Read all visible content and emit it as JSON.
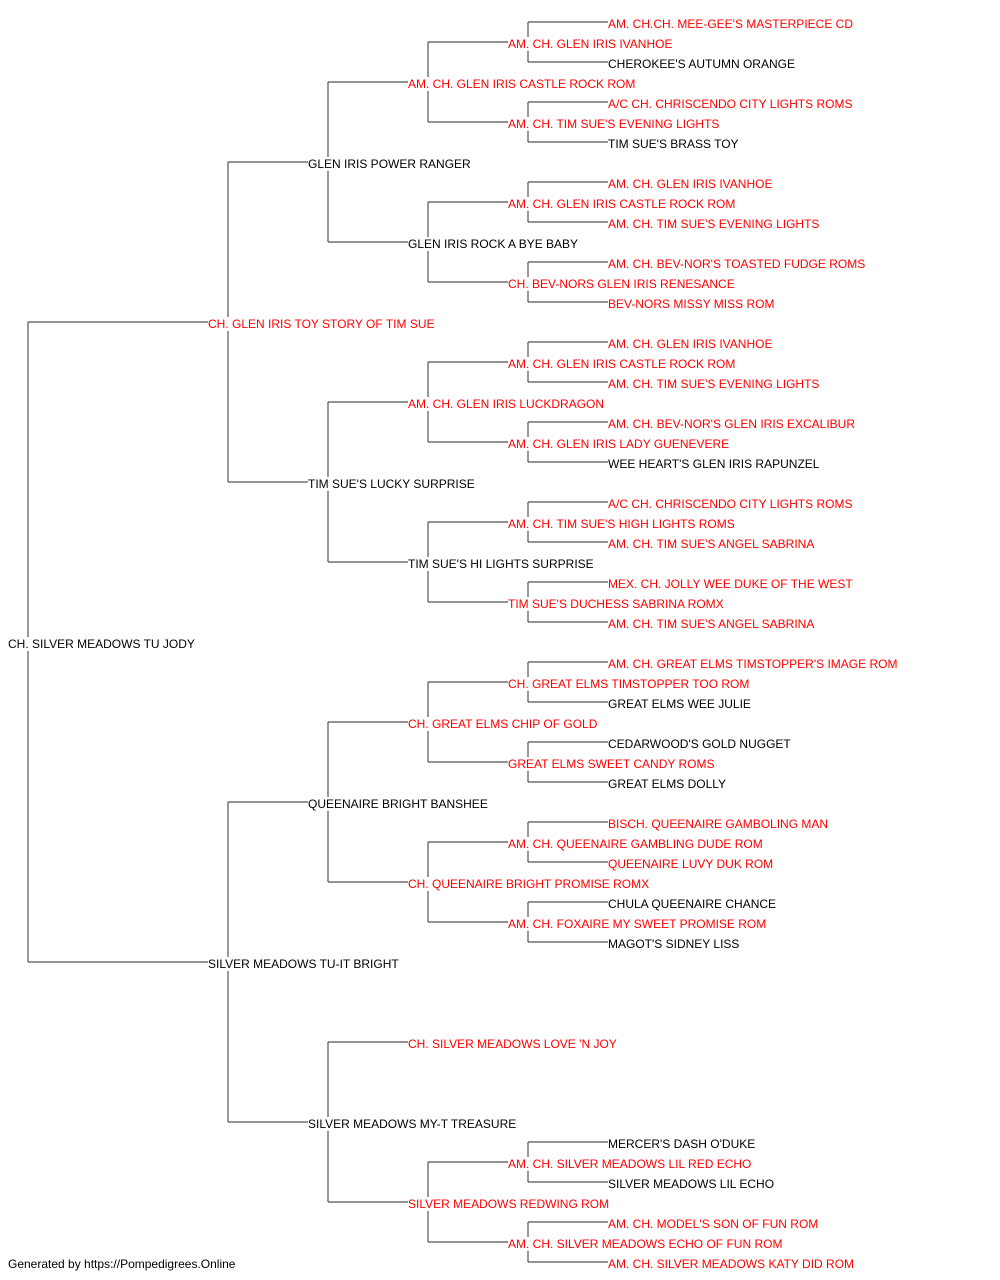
{
  "colors": {
    "titled": "#ff0000",
    "untitled": "#000000",
    "connector": "#555555"
  },
  "footer": "Generated by https://Pompedigrees.Online",
  "pedigree": {
    "name": "CH. SILVER MEADOWS TU JODY",
    "titled": false,
    "sire": {
      "name": "CH. GLEN IRIS TOY STORY OF TIM SUE",
      "titled": true,
      "sire": {
        "name": "GLEN IRIS POWER RANGER",
        "titled": false,
        "sire": {
          "name": "AM. CH. GLEN IRIS CASTLE ROCK ROM",
          "titled": true,
          "sire": {
            "name": "AM. CH. GLEN IRIS IVANHOE",
            "titled": true,
            "sire": {
              "name": "AM. CH.CH. MEE-GEE'S MASTERPIECE CD",
              "titled": true
            },
            "dam": {
              "name": "CHEROKEE'S AUTUMN ORANGE",
              "titled": false
            }
          },
          "dam": {
            "name": "AM. CH. TIM SUE'S EVENING LIGHTS",
            "titled": true,
            "sire": {
              "name": "A/C CH. CHRISCENDO CITY LIGHTS ROMS",
              "titled": true
            },
            "dam": {
              "name": "TIM SUE'S BRASS TOY",
              "titled": false
            }
          }
        },
        "dam": {
          "name": "GLEN IRIS ROCK A BYE BABY",
          "titled": false,
          "sire": {
            "name": "AM. CH. GLEN IRIS CASTLE ROCK ROM",
            "titled": true,
            "sire": {
              "name": "AM. CH. GLEN IRIS IVANHOE",
              "titled": true
            },
            "dam": {
              "name": "AM. CH. TIM SUE'S EVENING LIGHTS",
              "titled": true
            }
          },
          "dam": {
            "name": "CH. BEV-NORS GLEN IRIS RENESANCE",
            "titled": true,
            "sire": {
              "name": "AM. CH. BEV-NOR'S TOASTED FUDGE ROMS",
              "titled": true
            },
            "dam": {
              "name": "BEV-NORS MISSY MISS ROM",
              "titled": true
            }
          }
        }
      },
      "dam": {
        "name": "TIM SUE'S LUCKY SURPRISE",
        "titled": false,
        "sire": {
          "name": "AM. CH. GLEN IRIS LUCKDRAGON",
          "titled": true,
          "sire": {
            "name": "AM. CH. GLEN IRIS CASTLE ROCK ROM",
            "titled": true,
            "sire": {
              "name": "AM. CH. GLEN IRIS IVANHOE",
              "titled": true
            },
            "dam": {
              "name": "AM. CH. TIM SUE'S EVENING LIGHTS",
              "titled": true
            }
          },
          "dam": {
            "name": "AM. CH. GLEN IRIS LADY GUENEVERE",
            "titled": true,
            "sire": {
              "name": "AM. CH. BEV-NOR'S GLEN IRIS EXCALIBUR",
              "titled": true
            },
            "dam": {
              "name": "WEE HEART'S GLEN IRIS RAPUNZEL",
              "titled": false
            }
          }
        },
        "dam": {
          "name": "TIM SUE'S HI LIGHTS SURPRISE",
          "titled": false,
          "sire": {
            "name": "AM. CH. TIM SUE'S HIGH LIGHTS ROMS",
            "titled": true,
            "sire": {
              "name": "A/C CH. CHRISCENDO CITY LIGHTS ROMS",
              "titled": true
            },
            "dam": {
              "name": "AM. CH. TIM SUE'S ANGEL SABRINA",
              "titled": true
            }
          },
          "dam": {
            "name": "TIM SUE'S DUCHESS SABRINA ROMX",
            "titled": true,
            "sire": {
              "name": "MEX. CH. JOLLY WEE DUKE OF THE WEST",
              "titled": true
            },
            "dam": {
              "name": "AM. CH. TIM SUE'S ANGEL SABRINA",
              "titled": true
            }
          }
        }
      }
    },
    "dam": {
      "name": "SILVER MEADOWS TU-IT BRIGHT",
      "titled": false,
      "sire": {
        "name": "QUEENAIRE BRIGHT BANSHEE",
        "titled": false,
        "sire": {
          "name": "CH. GREAT ELMS CHIP OF GOLD",
          "titled": true,
          "sire": {
            "name": "CH. GREAT ELMS TIMSTOPPER TOO ROM",
            "titled": true,
            "sire": {
              "name": "AM. CH. GREAT ELMS TIMSTOPPER'S IMAGE ROM",
              "titled": true
            },
            "dam": {
              "name": "GREAT ELMS WEE JULIE",
              "titled": false
            }
          },
          "dam": {
            "name": "GREAT ELMS SWEET CANDY ROMS",
            "titled": true,
            "sire": {
              "name": "CEDARWOOD'S GOLD NUGGET",
              "titled": false
            },
            "dam": {
              "name": "GREAT ELMS DOLLY",
              "titled": false
            }
          }
        },
        "dam": {
          "name": "CH. QUEENAIRE BRIGHT PROMISE ROMX",
          "titled": true,
          "sire": {
            "name": "AM. CH. QUEENAIRE GAMBLING DUDE ROM",
            "titled": true,
            "sire": {
              "name": "BISCH. QUEENAIRE GAMBOLING MAN",
              "titled": true
            },
            "dam": {
              "name": "QUEENAIRE LUVY DUK ROM",
              "titled": true
            }
          },
          "dam": {
            "name": "AM. CH. FOXAIRE MY SWEET PROMISE ROM",
            "titled": true,
            "sire": {
              "name": "CHULA QUEENAIRE CHANCE",
              "titled": false
            },
            "dam": {
              "name": "MAGOT'S SIDNEY LISS",
              "titled": false
            }
          }
        }
      },
      "dam": {
        "name": "SILVER MEADOWS MY-T TREASURE",
        "titled": false,
        "sire": {
          "name": "CH. SILVER MEADOWS LOVE 'N JOY",
          "titled": true
        },
        "dam": {
          "name": "SILVER MEADOWS REDWING ROM",
          "titled": true,
          "sire": {
            "name": "AM. CH. SILVER MEADOWS LIL RED ECHO",
            "titled": true,
            "sire": {
              "name": "MERCER'S DASH O'DUKE",
              "titled": false
            },
            "dam": {
              "name": "SILVER MEADOWS LIL ECHO",
              "titled": false
            }
          },
          "dam": {
            "name": "AM. CH. SILVER MEADOWS ECHO OF FUN ROM",
            "titled": true,
            "sire": {
              "name": "AM. CH. MODEL'S SON OF FUN ROM",
              "titled": true
            },
            "dam": {
              "name": "AM. CH. SILVER MEADOWS KATY DID ROM",
              "titled": true
            }
          }
        }
      }
    }
  }
}
